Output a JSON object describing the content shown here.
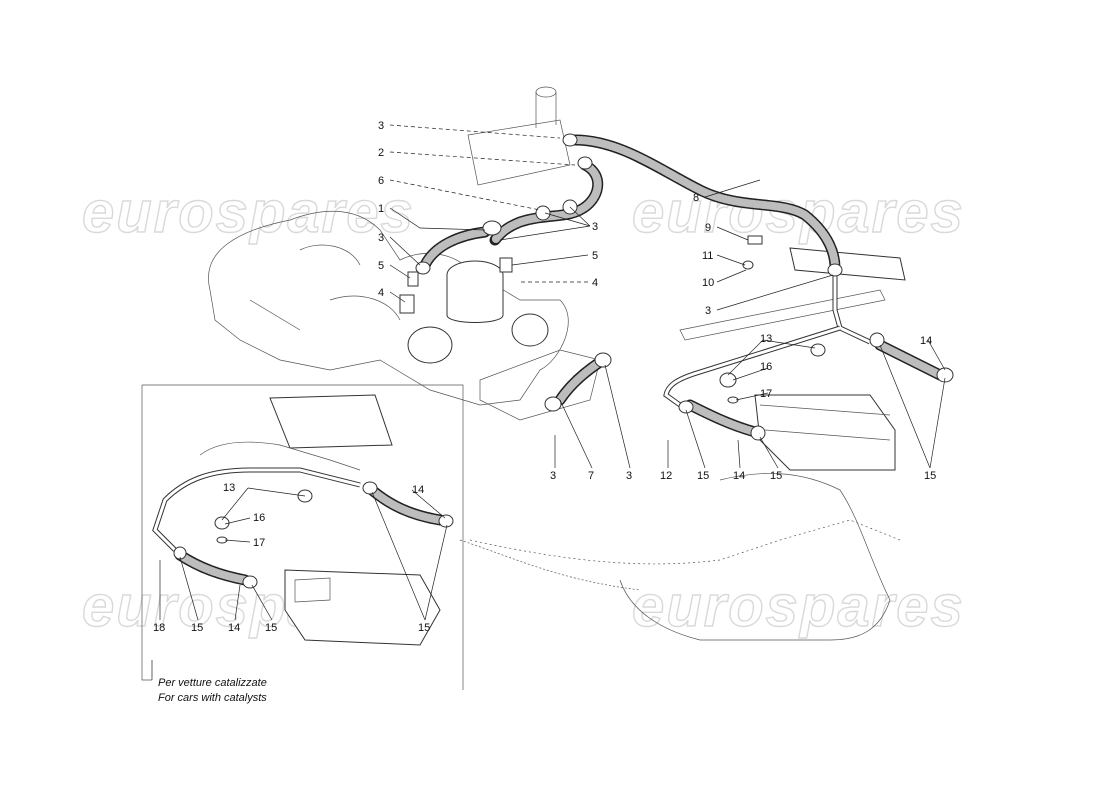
{
  "watermark": {
    "text": "eurospares"
  },
  "inset": {
    "note_it": "Per vetture catalizzate",
    "note_en": "For cars with catalysts"
  },
  "labels": [
    "3",
    "2",
    "6",
    "1",
    "3",
    "5",
    "4",
    "3",
    "5",
    "4",
    "8",
    "9",
    "11",
    "10",
    "3",
    "13",
    "16",
    "17",
    "14",
    "15",
    "15",
    "3",
    "7",
    "3",
    "12",
    "15",
    "14",
    "13",
    "16",
    "17",
    "14",
    "18",
    "15",
    "14",
    "15",
    "15"
  ]
}
